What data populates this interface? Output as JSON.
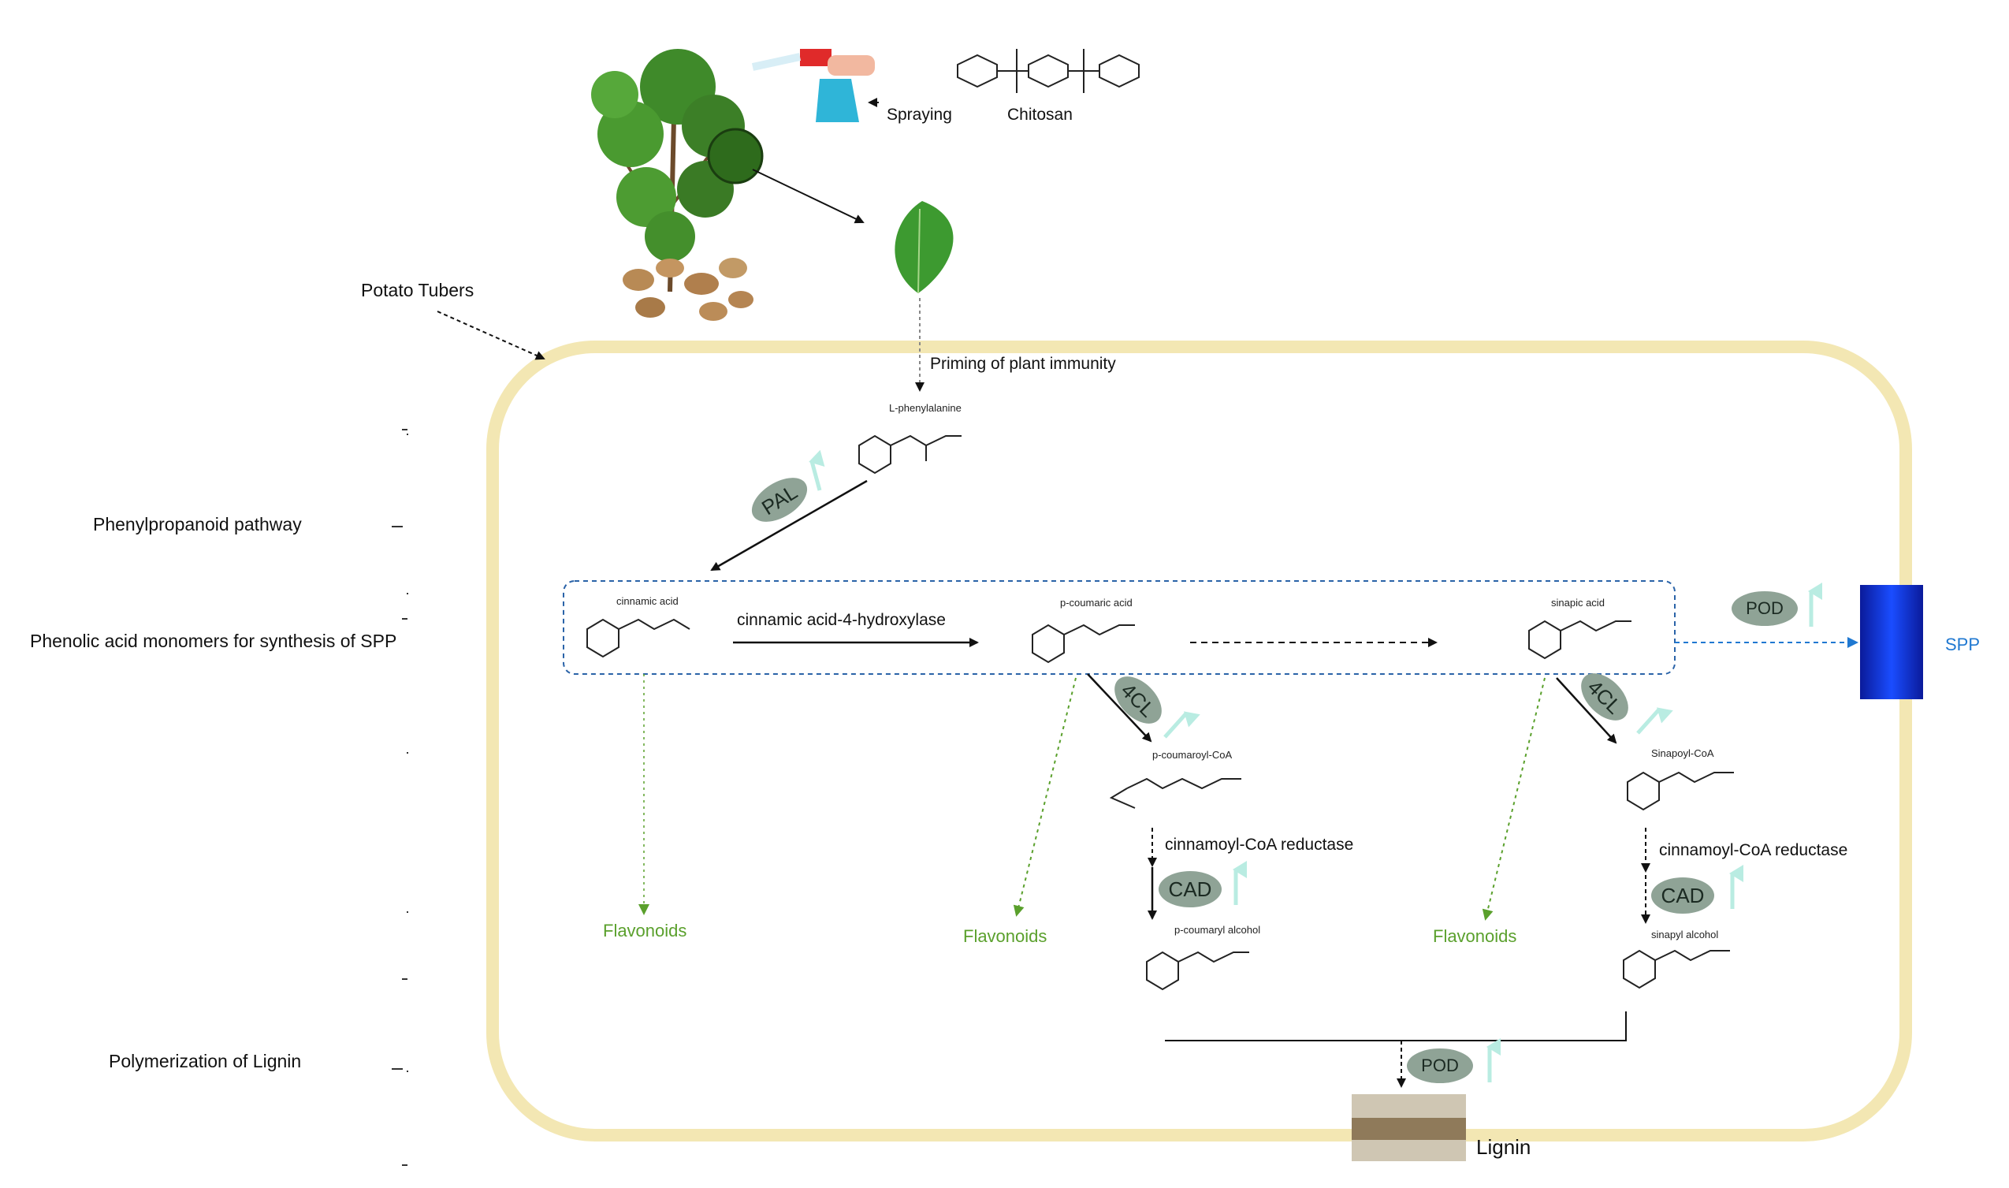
{
  "figure": {
    "spraying_label": "Spraying",
    "chitosan_label": "Chitosan",
    "potato_tubers_label": "Potato Tubers",
    "priming_label": "Priming of plant immunity",
    "side_labels": {
      "phenylpropanoid": "Phenylpropanoid pathway",
      "phenolic_acid": "Phenolic acid monomers for synthesis of SPP",
      "polymerization": "Polymerization of Lignin"
    },
    "compounds": {
      "phenylalanine": "L-phenylalanine",
      "cinnamic_acid": "cinnamic acid",
      "coumaric_acid": "p-coumaric acid",
      "sinapic_acid": "sinapic acid",
      "coumaroyl_coa": "p-coumaroyl-CoA",
      "sinapoyl_coa": "Sinapoyl-CoA",
      "coumaryl_alcohol": "p-coumaryl alcohol",
      "sinapyl_alcohol": "sinapyl alcohol"
    },
    "reactions": {
      "c4h": "cinnamic acid-4-hydroxylase",
      "ccr_left": "cinnamoyl-CoA reductase",
      "ccr_right": "cinnamoyl-CoA reductase"
    },
    "enzymes": {
      "pal": "PAL",
      "4cl_left": "4CL",
      "4cl_right": "4CL",
      "cad_left": "CAD",
      "cad_right": "CAD",
      "pod_top": "POD",
      "pod_bottom": "POD"
    },
    "products": {
      "flavonoids_1": "Flavonoids",
      "flavonoids_2": "Flavonoids",
      "flavonoids_3": "Flavonoids",
      "spp": "SPP",
      "lignin": "Lignin"
    },
    "colors": {
      "cell_wall": "#f3e7b3",
      "enzyme": "#8fa396",
      "up_arrow": "#b9ece2",
      "flavonoid_green": "#5aa02c",
      "spp_blue": "#1f78d1"
    }
  }
}
